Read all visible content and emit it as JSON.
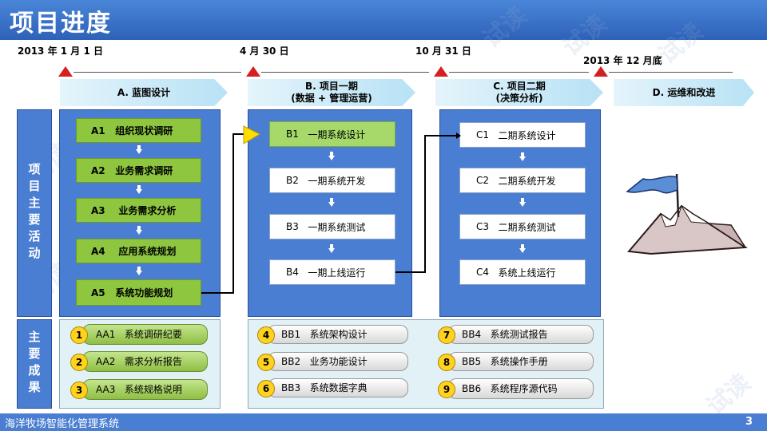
{
  "title": "项目进度",
  "timeline": {
    "dates": [
      "2013 年 1 月 1 日",
      "4 月 30 日",
      "10 月 31 日",
      "2013 年 12 月底"
    ]
  },
  "phases": [
    {
      "line1": "A. 蓝图设计",
      "line2": ""
    },
    {
      "line1": "B. 项目一期",
      "line2": "(数据 + 管理运营)"
    },
    {
      "line1": "C. 项目二期",
      "line2": "(决策分析)"
    },
    {
      "line1": "D. 运维和改进",
      "line2": ""
    }
  ],
  "side_labels": {
    "activities": "项目主要活动",
    "results": "主要成果"
  },
  "activities": {
    "a": [
      {
        "code": "A1",
        "name": "组织现状调研"
      },
      {
        "code": "A2",
        "name": "业务需求调研"
      },
      {
        "code": "A3",
        "name": "业务需求分析"
      },
      {
        "code": "A4",
        "name": "应用系统规划"
      },
      {
        "code": "A5",
        "name": "系统功能规划"
      }
    ],
    "b": [
      {
        "code": "B1",
        "name": "一期系统设计"
      },
      {
        "code": "B2",
        "name": "一期系统开发"
      },
      {
        "code": "B3",
        "name": "一期系统测试"
      },
      {
        "code": "B4",
        "name": "一期上线运行"
      }
    ],
    "c": [
      {
        "code": "C1",
        "name": "二期系统设计"
      },
      {
        "code": "C2",
        "name": "二期系统开发"
      },
      {
        "code": "C3",
        "name": "二期系统测试"
      },
      {
        "code": "C4",
        "name": "系统上线运行"
      }
    ]
  },
  "results": [
    {
      "num": "1",
      "code": "AA1",
      "name": "系统调研纪要"
    },
    {
      "num": "2",
      "code": "AA2",
      "name": "需求分析报告"
    },
    {
      "num": "3",
      "code": "AA3",
      "name": "系统规格说明"
    },
    {
      "num": "4",
      "code": "BB1",
      "name": "系统架构设计"
    },
    {
      "num": "5",
      "code": "BB2",
      "name": "业务功能设计"
    },
    {
      "num": "6",
      "code": "BB3",
      "name": "系统数据字典"
    },
    {
      "num": "7",
      "code": "BB4",
      "name": "系统测试报告"
    },
    {
      "num": "8",
      "code": "BB5",
      "name": "系统操作手册"
    },
    {
      "num": "9",
      "code": "BB6",
      "name": "系统程序源代码"
    }
  ],
  "watermark": "试读",
  "footer": {
    "text": "海洋牧场智能化管理系统",
    "page": "3"
  },
  "colors": {
    "accent": "#4a7ed2",
    "green": "#8ec63f",
    "marker": "#d42020",
    "number": "#ffd21f"
  }
}
